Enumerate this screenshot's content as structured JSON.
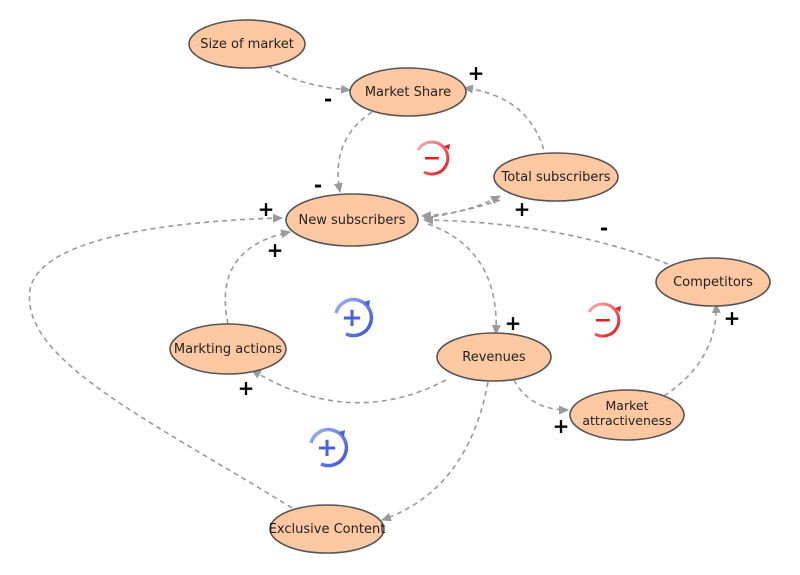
{
  "colors": {
    "node_fill": "#fdc8a2",
    "node_stroke": "#555555",
    "link": "#9a9a9a",
    "reinforcing": "#4a63d8",
    "balancing": "#e02020"
  },
  "nodes": [
    {
      "id": "size",
      "label": "Size of market"
    },
    {
      "id": "share",
      "label": "Market Share"
    },
    {
      "id": "total",
      "label": "Total subscribers"
    },
    {
      "id": "new",
      "label": "New subscribers"
    },
    {
      "id": "comp",
      "label": "Competitors"
    },
    {
      "id": "mkt",
      "label": "Markting actions"
    },
    {
      "id": "rev",
      "label": "Revenues"
    },
    {
      "id": "attr",
      "label": "Market attractiveness"
    },
    {
      "id": "excl",
      "label": "Exclusive Content"
    }
  ],
  "polarities": [
    {
      "id": "size-share",
      "sign": "-"
    },
    {
      "id": "total-share",
      "sign": "+"
    },
    {
      "id": "share-new",
      "sign": "-"
    },
    {
      "id": "new-total",
      "sign": "+"
    },
    {
      "id": "excl-new",
      "sign": "+"
    },
    {
      "id": "mkt-new",
      "sign": "+"
    },
    {
      "id": "comp-new",
      "sign": "-"
    },
    {
      "id": "new-rev",
      "sign": "+"
    },
    {
      "id": "attr-comp",
      "sign": "+"
    },
    {
      "id": "rev-mkt",
      "sign": "+"
    },
    {
      "id": "rev-attr",
      "sign": "+"
    }
  ],
  "loops": [
    {
      "id": "loop-balancing-top",
      "type": "balancing",
      "sign": "−"
    },
    {
      "id": "loop-reinforcing-mid",
      "type": "reinforcing",
      "sign": "+"
    },
    {
      "id": "loop-balancing-right",
      "type": "balancing",
      "sign": "−"
    },
    {
      "id": "loop-reinforcing-bottom",
      "type": "reinforcing",
      "sign": "+"
    }
  ]
}
